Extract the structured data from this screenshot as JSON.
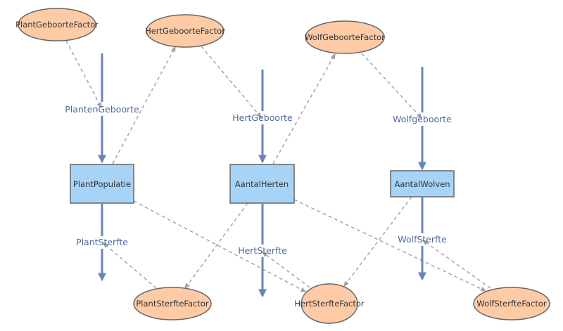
{
  "colors": {
    "stock_fill": "#a7d3f7",
    "stock_stroke": "#666666",
    "factor_fill": "#fecba6",
    "factor_stroke": "#666666",
    "flow_line": "#6a84b8",
    "flow_label": "#4e6a9a",
    "link_line": "#a0a0a0",
    "text": "#333333"
  },
  "stocks": {
    "plant": "PlantPopulatie",
    "hert": "AantalHerten",
    "wolf": "AantalWolven"
  },
  "factors": {
    "plant_geboorte": "PlantGeboorteFactor",
    "hert_geboorte": "HertGeboorteFactor",
    "wolf_geboorte": "WolfGeboorteFactor",
    "plant_sterfte": "PlantSterfteFactor",
    "hert_sterfte": "HertSterfteFactor",
    "wolf_sterfte": "WolfSterfteFactor"
  },
  "flows": {
    "planten_geboorte": "PlantenGeboorte",
    "hert_geboorte": "HertGeboorte",
    "wolf_geboorte": "Wolfgeboorte",
    "plant_sterfte": "PlantSterfte",
    "hert_sterfte": "HertSterfte",
    "wolf_sterfte": "WolfSterfte"
  }
}
